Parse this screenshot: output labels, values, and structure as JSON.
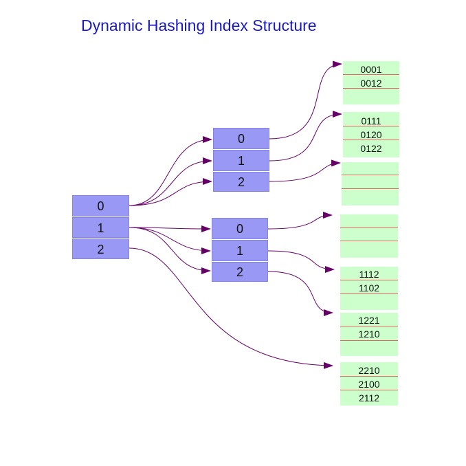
{
  "title": "Dynamic Hashing Index Structure",
  "colors": {
    "node_fill": "#9999f5",
    "bucket_fill": "#ccffcc",
    "bucket_line": "#e06666",
    "edge": "#660066",
    "title": "#1a1abf"
  },
  "root": {
    "slots": [
      "0",
      "1",
      "2"
    ]
  },
  "level2": [
    {
      "slots": [
        "0",
        "1",
        "2"
      ]
    },
    {
      "slots": [
        "0",
        "1",
        "2"
      ]
    }
  ],
  "buckets": [
    {
      "entries": [
        "0001",
        "0012",
        ""
      ]
    },
    {
      "entries": [
        "0111",
        "0120",
        "0122"
      ]
    },
    {
      "entries": [
        "",
        "",
        ""
      ]
    },
    {
      "entries": [
        "",
        "",
        ""
      ]
    },
    {
      "entries": [
        "1112",
        "1102",
        ""
      ]
    },
    {
      "entries": [
        "1221",
        "1210",
        ""
      ]
    },
    {
      "entries": [
        "2210",
        "2100",
        "2112"
      ]
    }
  ]
}
